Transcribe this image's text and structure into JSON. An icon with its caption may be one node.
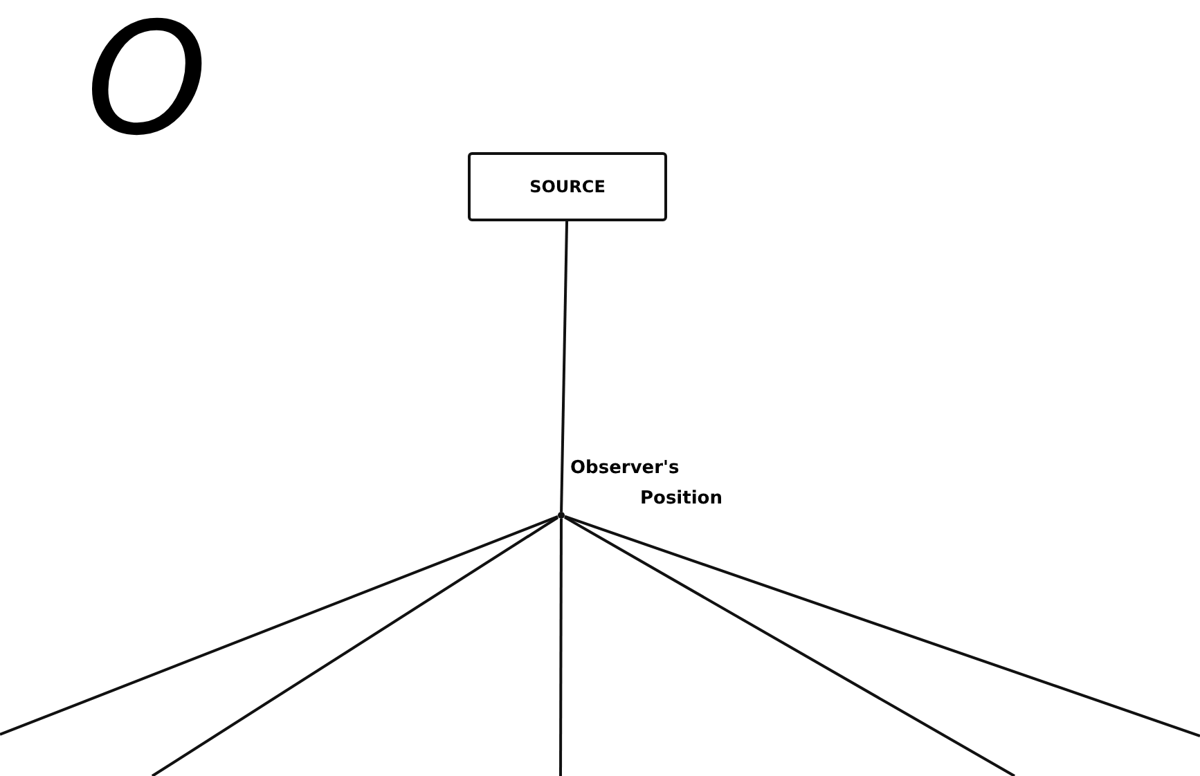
{
  "diagram": {
    "nodes": [
      {
        "text": [
          "SOURCE"
        ]
      },
      {
        "text": [],
        "shape": "circle",
        "beside": [
          "Observer's Position"
        ]
      }
    ],
    "edges": [
      {
        "from": 0,
        "to": 1,
        "arrow": "none"
      },
      {
        "from": 1,
        "to": null,
        "arrow": "none"
      },
      {
        "from": 1,
        "to": null,
        "arrow": "none"
      },
      {
        "from": 1,
        "to": null,
        "arrow": "none"
      },
      {
        "from": 1,
        "to": null,
        "arrow": "none"
      },
      {
        "from": 1,
        "to": null,
        "arrow": "none"
      }
    ],
    "labels": [
      "O"
    ]
  }
}
